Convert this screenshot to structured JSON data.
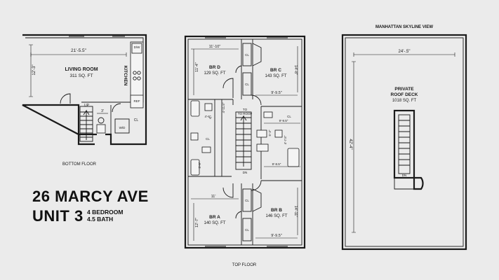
{
  "address": "26 MARCY AVE",
  "unit": "UNIT 3",
  "bedrooms": "4 BEDROOM",
  "baths": "4.5 BATH",
  "floor_labels": {
    "bottom": "BOTTOM FLOOR",
    "top": "TOP FLOOR",
    "roof": "MANHATTAN SKYLINE VIEW"
  },
  "bottom_floor": {
    "living_room": {
      "name": "LIVING ROOM",
      "area": "311 SQ. FT"
    },
    "kitchen": "KITCHEN",
    "width_dim": "21'-5.5\"",
    "height_dim": "12'-3\"",
    "small_dim": "3'",
    "dw": "D/W",
    "ref": "REF",
    "cl": "CL",
    "wd": "W/D",
    "up": "UP"
  },
  "top_floor": {
    "br_d": {
      "name": "BR D",
      "area": "129 SQ. FT",
      "w": "11'-10\"",
      "h": "11'-4\""
    },
    "br_c": {
      "name": "BR C",
      "area": "143 SQ. FT",
      "w": "9'-9.5\"",
      "h": "14'-8\""
    },
    "br_a": {
      "name": "BR A",
      "area": "140 SQ. FT",
      "w": "11'",
      "h": "12'-7\""
    },
    "br_b": {
      "name": "BR B",
      "area": "146 SQ. FT",
      "w": "9'-9.5\"",
      "h": "14'-11\""
    },
    "to_roof": "TO ROOF",
    "dn": "DN",
    "cl": "CL",
    "bath_dims": [
      "4'-6\"",
      "4'-11.5\"",
      "9'-9.5\"",
      "5'-3\"",
      "9'-8.5\"",
      "6'",
      "5'-9\"",
      "4'-7.5\""
    ]
  },
  "roof": {
    "deck_line1": "PRIVATE",
    "deck_line2": "ROOF DECK",
    "area": "1018 SQ. FT",
    "width_dim": "24'-.5\"",
    "height_dim": "42'-4\"",
    "dn": "DN"
  }
}
